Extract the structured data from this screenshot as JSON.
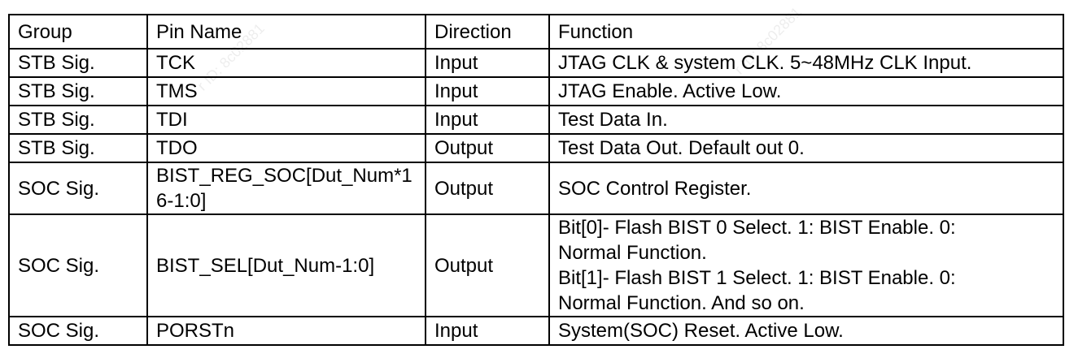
{
  "table": {
    "headers": [
      "Group",
      "Pin Name",
      "Direction",
      "Function"
    ],
    "rows": [
      {
        "group": "STB Sig.",
        "pin": "TCK",
        "direction": "Input",
        "function": [
          "JTAG CLK & system CLK. 5~48MHz  CLK Input."
        ]
      },
      {
        "group": "STB Sig.",
        "pin": "TMS",
        "direction": "Input",
        "function": [
          "JTAG Enable. Active Low."
        ]
      },
      {
        "group": "STB Sig.",
        "pin": "TDI",
        "direction": "Input",
        "function": [
          "Test Data In."
        ]
      },
      {
        "group": "STB Sig.",
        "pin": "TDO",
        "direction": "Output",
        "function": [
          "Test Data Out. Default out 0."
        ]
      },
      {
        "group": "SOC Sig.",
        "pin": "BIST_REG_SOC[Dut_Num*16-1:0]",
        "direction": "Output",
        "function": [
          "SOC Control Register."
        ]
      },
      {
        "group": "SOC Sig.",
        "pin": "BIST_SEL[Dut_Num-1:0]",
        "direction": "Output",
        "function": [
          "Bit[0]- Flash BIST 0 Select. 1: BIST Enable. 0:",
          "Normal Function.",
          "Bit[1]- Flash BIST 1 Select. 1: BIST Enable. 0:",
          "Normal Function. And so on."
        ]
      },
      {
        "group": "SOC Sig.",
        "pin": "PORSTn",
        "direction": "Input",
        "function": [
          "System(SOC) Reset. Active Low."
        ]
      }
    ]
  },
  "watermark": {
    "text": "r ID: 8c02881"
  }
}
